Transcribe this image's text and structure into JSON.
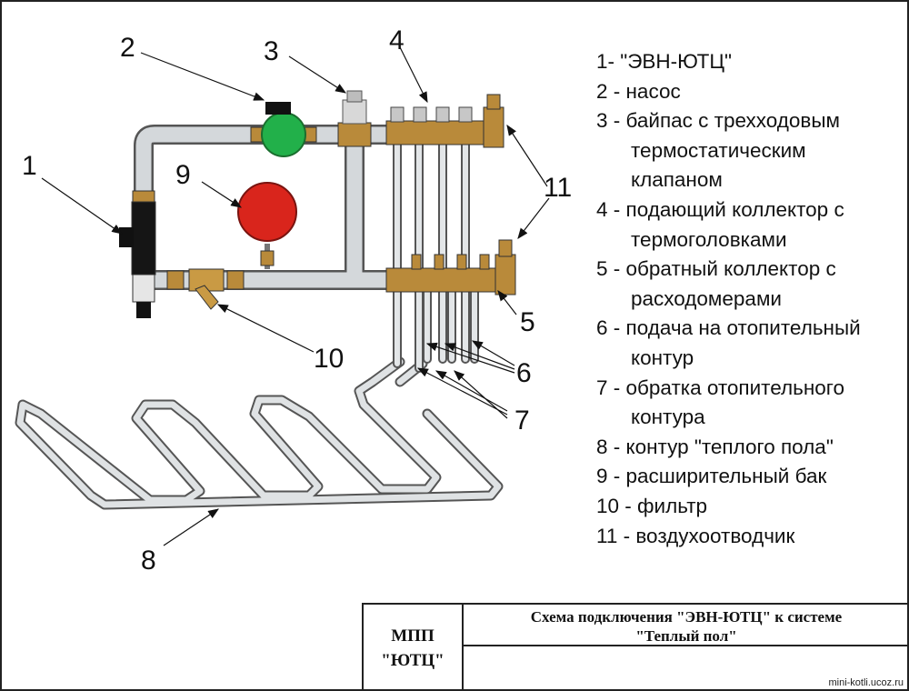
{
  "diagram": {
    "callouts": [
      "1",
      "2",
      "3",
      "4",
      "5",
      "6",
      "7",
      "8",
      "9",
      "10",
      "11"
    ],
    "colors": {
      "pipe": "#cfd3d6",
      "pipe_outline": "#555555",
      "brass": "#b98a3a",
      "pump": "#22b04a",
      "expansion_tank": "#d9251c",
      "heater": "#111111"
    }
  },
  "legend": [
    {
      "line1": "1- \"ЭВН-ЮТЦ\""
    },
    {
      "line1": "2 - насос"
    },
    {
      "line1": "3 - байпас с трехходовым",
      "line2": "термостатическим",
      "line3": "клапаном"
    },
    {
      "line1": "4 - подающий коллектор с",
      "line2": "термоголовками"
    },
    {
      "line1": "5 - обратный коллектор с",
      "line2": "расходомерами"
    },
    {
      "line1": "6 - подача на отопительный",
      "line2": "контур"
    },
    {
      "line1": "7 - обратка отопительного",
      "line2": "контура"
    },
    {
      "line1": "8 - контур \"теплого пола\""
    },
    {
      "line1": "9 - расширительный бак"
    },
    {
      "line1": "10 - фильтр"
    },
    {
      "line1": "11 - воздухоотводчик"
    }
  ],
  "title_block": {
    "org_line1": "МПП",
    "org_line2": "\"ЮТЦ\"",
    "title_line1": "Схема подключения \"ЭВН-ЮТЦ\" к системе",
    "title_line2": "\"Теплый пол\""
  },
  "watermark": "mini-kotli.ucoz.ru"
}
